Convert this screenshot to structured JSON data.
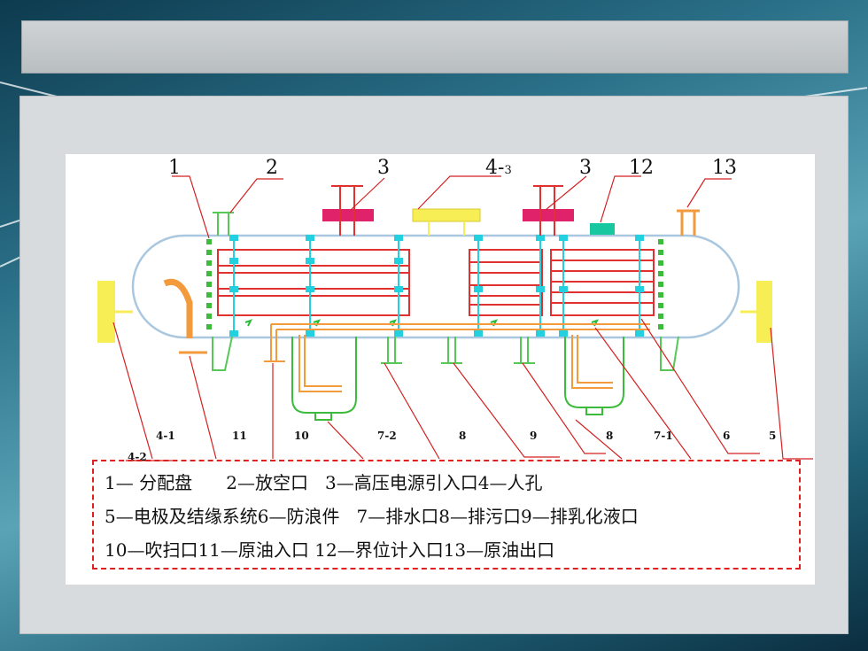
{
  "callouts": {
    "c1": "1",
    "c2": "2",
    "c3a": "3",
    "c4_main": "4-",
    "c4_sub": "3",
    "c3b": "3",
    "c12": "12",
    "c13": "13"
  },
  "bottom_labels": {
    "b41": "4-1",
    "b42": "4-2",
    "b11": "11",
    "b10": "10",
    "b72": "7-2",
    "b8a": "8",
    "b9": "9",
    "b8b": "8",
    "b71": "7-1",
    "b6": "6",
    "b5": "5"
  },
  "legend": {
    "line1": "1— 分配盘      2—放空口   3—高压电源引入口4—人孔",
    "line2": "5—电极及结缘系统6—防浪件   7—排水口8—排污口9—排乳化液口",
    "line3": "10—吹扫口11—原油入口 12—界位计入口13—原油出口"
  },
  "colors": {
    "vessel_outline": "#a9c8e0",
    "electrode_red": "#e03030",
    "support_cyan": "#22d0e0",
    "distributor_green": "#3dbb3d",
    "nozzle_green": "#55c855",
    "pipe_orange": "#f39a3c",
    "power_inlet_magenta": "#e0226a",
    "manhole_yellow": "#f7ee55",
    "level_gauge_teal": "#16c7a0",
    "leader_line_red": "#d42020"
  }
}
